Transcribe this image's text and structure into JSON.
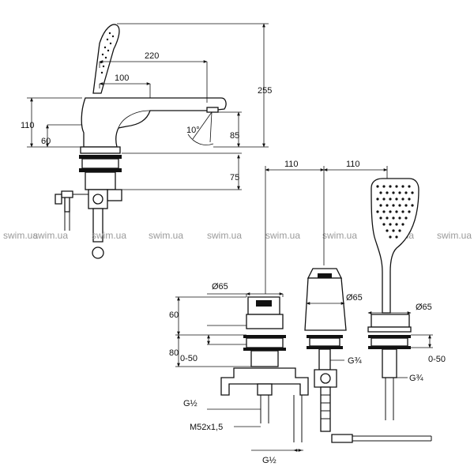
{
  "watermark": "swim.ua",
  "side_view": {
    "d_220": "220",
    "d_100": "100",
    "d_255": "255",
    "d_110": "110",
    "d_60": "60",
    "d_85": "85",
    "d_10deg": "10°",
    "d_75": "75"
  },
  "front_view": {
    "d_110_left": "110",
    "d_110_right": "110",
    "d_phi65_mixer": "Ø65",
    "d_phi65_spout": "Ø65",
    "d_phi65_shower": "Ø65",
    "d_60": "60",
    "d_80": "80",
    "d_050_left": "0-50",
    "d_050_right": "0-50",
    "d_g34_spout": "G¾",
    "d_g34_shower": "G¾",
    "d_g12_left": "G½",
    "d_m52": "M52x1,5",
    "d_g12_bottom": "G½"
  }
}
